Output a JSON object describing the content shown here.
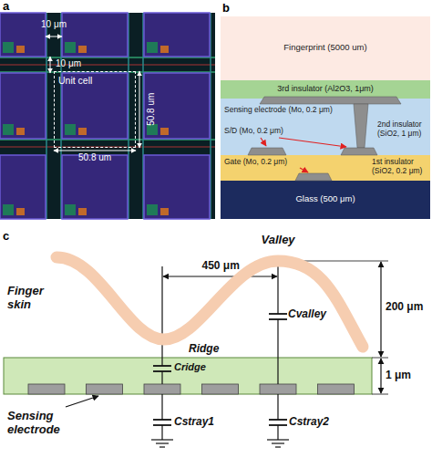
{
  "diagram": {
    "nodes": [
      {
        "text": [
          "Unit cell"
        ]
      },
      {
        "text": [
          "Fingerprint (5000 um)"
        ]
      },
      {
        "text": [
          "3rd insulator (Al2O3, 1μm)"
        ]
      },
      {
        "text": [
          "2nd insulator (SiO2, 1 μm)"
        ]
      },
      {
        "text": [
          "1st insulator (SiO2, 0.2 μm)"
        ]
      },
      {
        "text": [
          "Glass (500 μm)"
        ]
      }
    ],
    "labels": [
      "a",
      "10 μm",
      "10 μm",
      "50.8 um",
      "50.8 um",
      "b",
      "Sensing electrode (Mo, 0.2 μm)",
      "S/D (Mo, 0.2 μm)",
      "Gate (Mo, 0.2 μm)",
      "c",
      "Valley",
      "450 μm",
      "200 μm",
      "Finger skin",
      "Ridge",
      "Cvalley",
      "Cridge",
      "1 μm",
      "Sensing electrode",
      "Cstray1",
      "Cstray2"
    ]
  }
}
